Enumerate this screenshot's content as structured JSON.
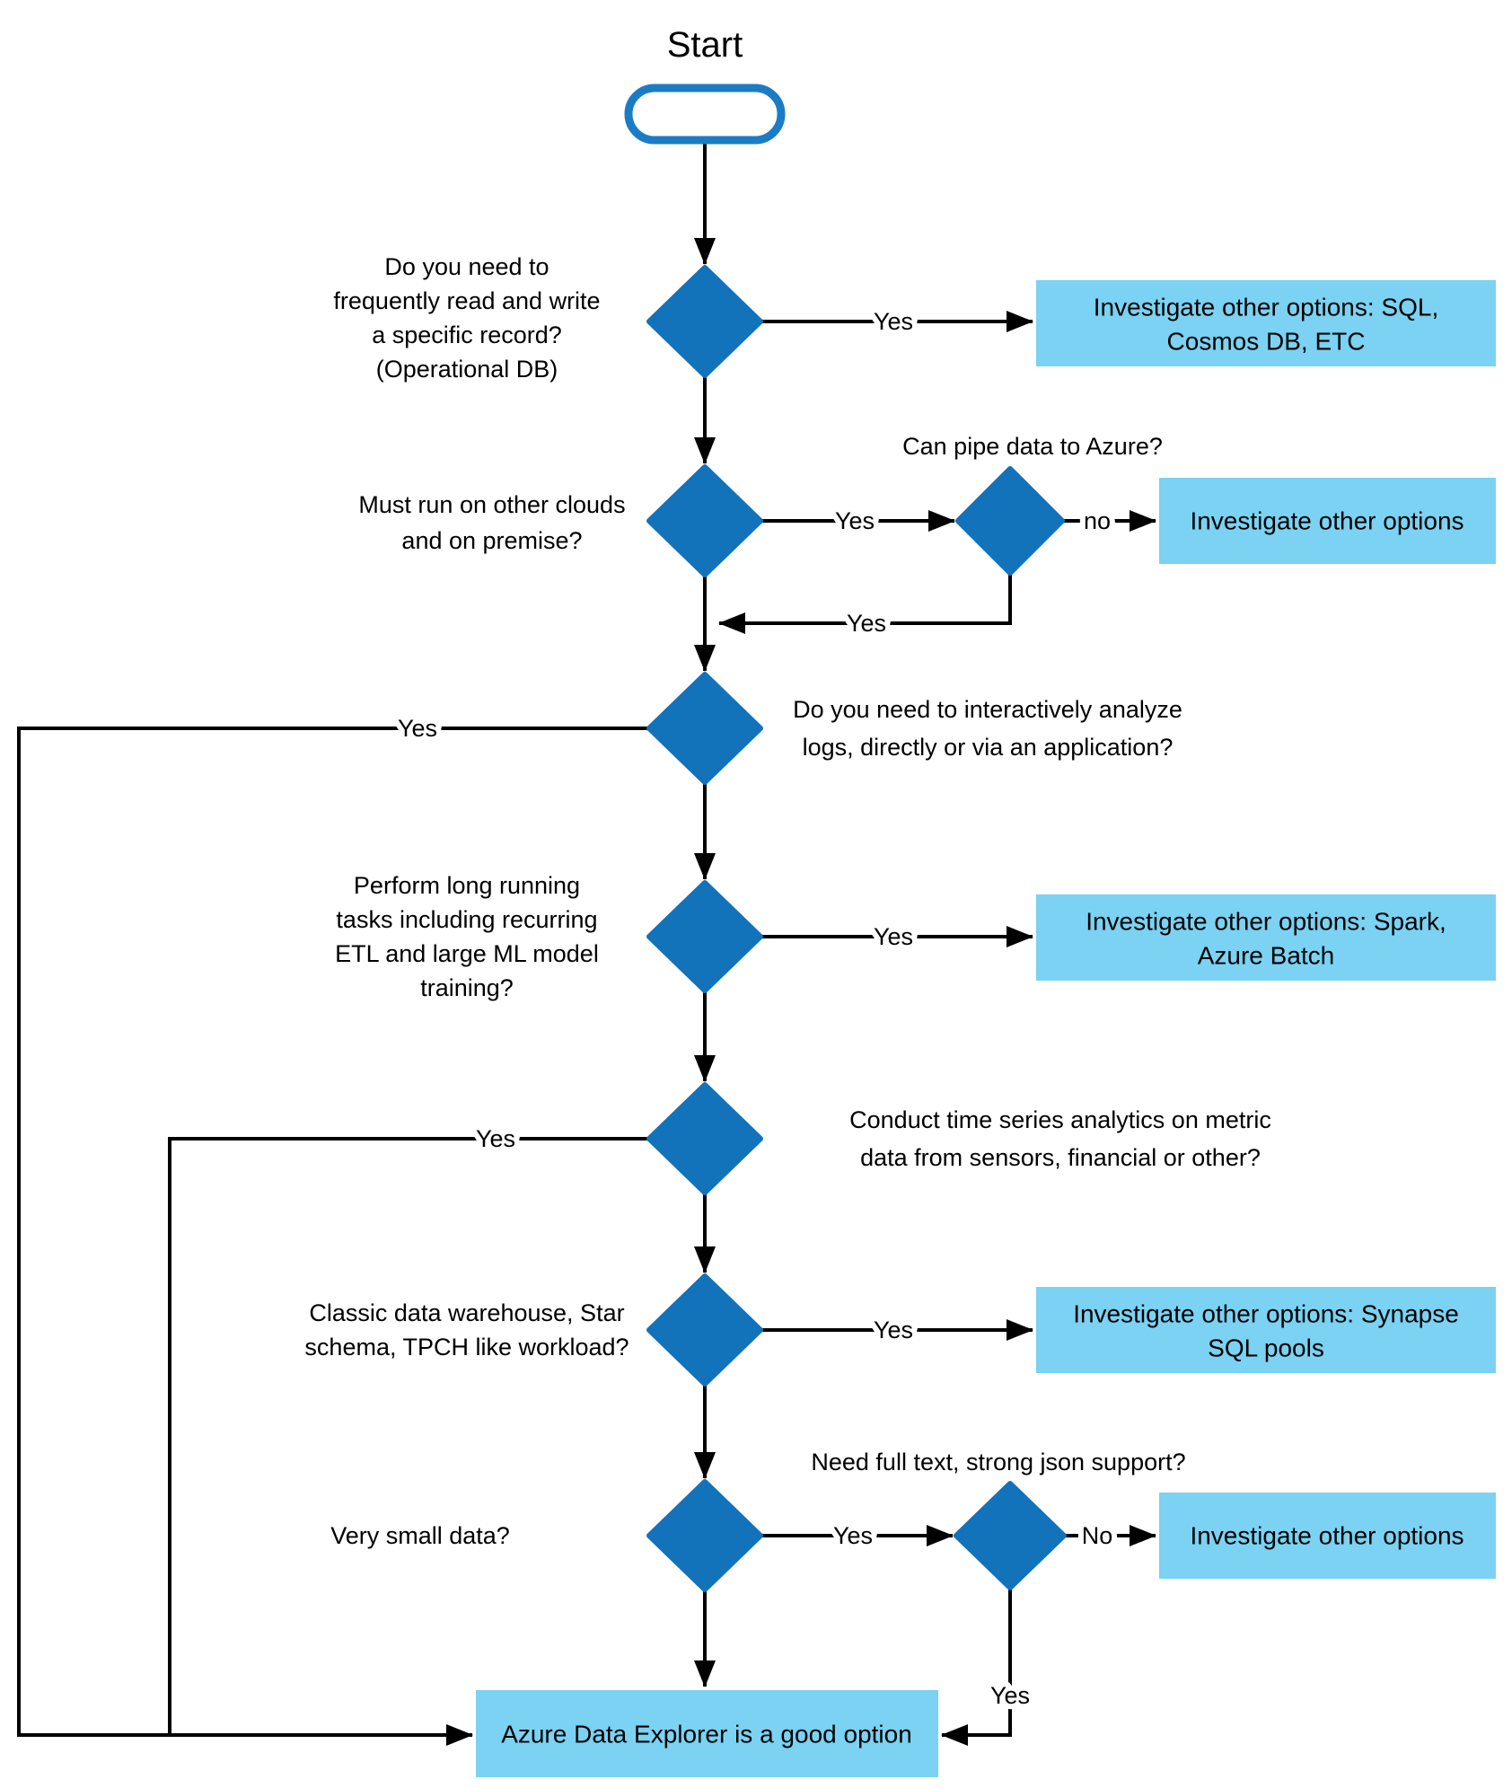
{
  "colors": {
    "diamond": "#1272BA",
    "box": "#7BD2F2",
    "stadium_border": "#1B7CC6",
    "line": "#000000"
  },
  "nodes": {
    "start": {
      "label": "Start"
    },
    "d1": {
      "line1": "Do you need to",
      "line2": "frequently read and write",
      "line3": "a specific record?",
      "line4": "(Operational DB)"
    },
    "box1": {
      "line1": "Investigate other options: SQL,",
      "line2": "Cosmos DB, ETC"
    },
    "d2": {
      "line1": "Must run on other clouds",
      "line2": "and on premise?"
    },
    "d2b": {
      "label": "Can pipe data to Azure?"
    },
    "box2": {
      "label": "Investigate other options"
    },
    "d3": {
      "line1": "Do you need to interactively analyze",
      "line2": "logs, directly or via an application?"
    },
    "d4": {
      "line1": "Perform long running",
      "line2": "tasks including recurring",
      "line3": "ETL and large ML model",
      "line4": "training?"
    },
    "box3": {
      "line1": "Investigate other options: Spark,",
      "line2": "Azure Batch"
    },
    "d5": {
      "line1": "Conduct time series analytics on metric",
      "line2": "data from sensors, financial or other?"
    },
    "d6": {
      "line1": "Classic data warehouse, Star",
      "line2": "schema, TPCH like workload?"
    },
    "box4": {
      "line1": "Investigate other options: Synapse",
      "line2": "SQL pools"
    },
    "d7": {
      "label": "Very small data?"
    },
    "d7b": {
      "label": "Need full text, strong json support?"
    },
    "box5": {
      "label": "Investigate other options"
    },
    "result": {
      "label": "Azure Data Explorer is a good option"
    }
  },
  "edges": {
    "d1_yes": "Yes",
    "d2_yes": "Yes",
    "d2b_no": "no",
    "d2b_yes": "Yes",
    "d3_yes": "Yes",
    "d4_yes": "Yes",
    "d5_yes": "Yes",
    "d6_yes": "Yes",
    "d7_yes": "Yes",
    "d7b_no": "No",
    "d7b_yes": "Yes"
  }
}
